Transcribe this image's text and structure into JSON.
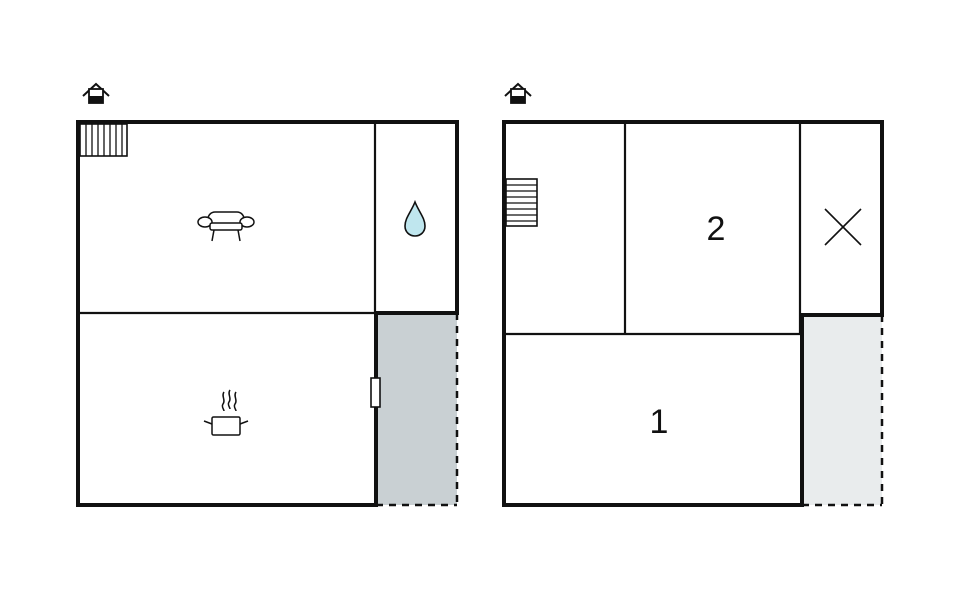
{
  "colors": {
    "wall": "#111111",
    "terrace_ground": "#c9d0d3",
    "terrace_upper": "#e9eced",
    "water_drop": "#bfe6ee",
    "background": "#ffffff"
  },
  "floors": [
    {
      "name": "ground-floor",
      "icons": [
        "house-level-icon",
        "stairs-icon",
        "sofa-icon",
        "bathroom-icon",
        "kitchen-icon",
        "door-icon"
      ]
    },
    {
      "name": "upper-floor",
      "icons": [
        "house-level-icon",
        "stairs-icon",
        "storage-x-icon"
      ],
      "rooms": [
        {
          "id": "bedroom-2",
          "label": "2"
        },
        {
          "id": "bedroom-1",
          "label": "1"
        }
      ]
    }
  ]
}
